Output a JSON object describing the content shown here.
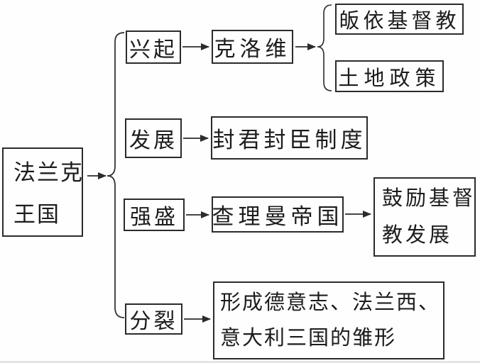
{
  "page": {
    "background": "#fefefe",
    "ink": "#2b2b2b"
  },
  "diagram": {
    "root": {
      "line1": "法兰克",
      "line2": "王国"
    },
    "branches": [
      {
        "stage": "兴起",
        "node": "克洛维",
        "outcomes": [
          "皈依基督教",
          "土地政策"
        ]
      },
      {
        "stage": "发展",
        "node": "封君封臣制度"
      },
      {
        "stage": "强盛",
        "node": "查理曼帝国",
        "outcome_line1": "鼓励基督",
        "outcome_line2": "教发展"
      },
      {
        "stage": "分裂",
        "result_line1": "形成德意志、法兰西、",
        "result_line2": "意大利三国的雏形"
      }
    ]
  }
}
